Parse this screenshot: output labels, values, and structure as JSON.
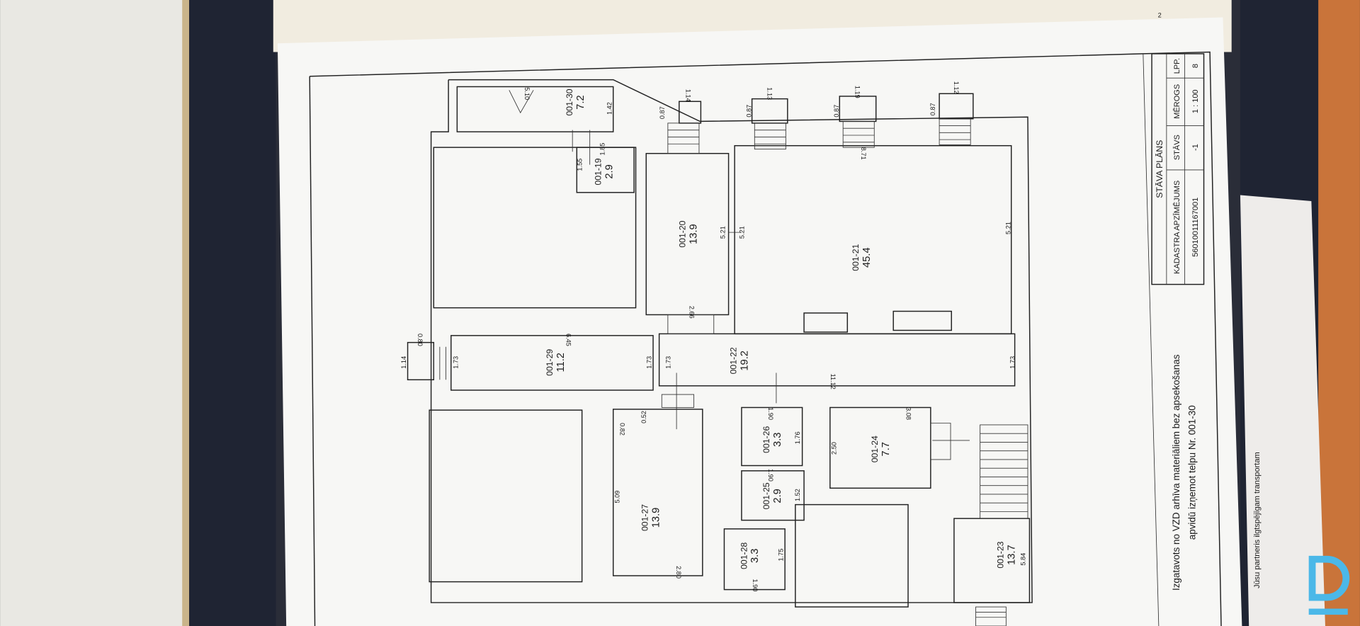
{
  "page_number": "2",
  "title_block": {
    "title": "STĀVA PLĀNS",
    "headers": [
      "KADASTRA APZĪMĒJUMS",
      "STĀVS",
      "MĒROGS",
      "LPP."
    ],
    "values": [
      "56010011167001",
      "-1",
      "1 : 100",
      "8"
    ]
  },
  "note": {
    "line1": "Izgatavots no VZD arhīva materiāliem bez apsekošanas",
    "line2": "apvidū izņemot telpu Nr. 001-30"
  },
  "back_page_text": "Jūsu partneris ilgtspējīgam transportam",
  "logo_color": "#4bb8e8",
  "rooms": [
    {
      "id": "001-30",
      "area": "7.2"
    },
    {
      "id": "001-19",
      "area": "2.9"
    },
    {
      "id": "001-20",
      "area": "13.9"
    },
    {
      "id": "001-21",
      "area": "45.4"
    },
    {
      "id": "001-29",
      "area": "11.2"
    },
    {
      "id": "001-22",
      "area": "19.2"
    },
    {
      "id": "001-26",
      "area": "3.3"
    },
    {
      "id": "001-24",
      "area": "7.7"
    },
    {
      "id": "001-25",
      "area": "2.9"
    },
    {
      "id": "001-27",
      "area": "13.9"
    },
    {
      "id": "001-28",
      "area": "3.3"
    },
    {
      "id": "001-23",
      "area": "13.7"
    }
  ],
  "dimensions": [
    "1.42",
    "5.10",
    "1.85",
    "1.55",
    "5.21",
    "5.21",
    "5.21",
    "8.71",
    "2.66",
    "6.45",
    "1.73",
    "1.73",
    "1.73",
    "1.73",
    "0.80",
    "1.14",
    "11.12",
    "1.90",
    "1.76",
    "1.90",
    "1.52",
    "3.08",
    "2.50",
    "0.82",
    "0.52",
    "5.09",
    "2.80",
    "1.75",
    "1.90",
    "5.84",
    "1.14",
    "1.13",
    "1.19",
    "1.12",
    "0.87",
    "0.87",
    "0.87",
    "0.87"
  ]
}
